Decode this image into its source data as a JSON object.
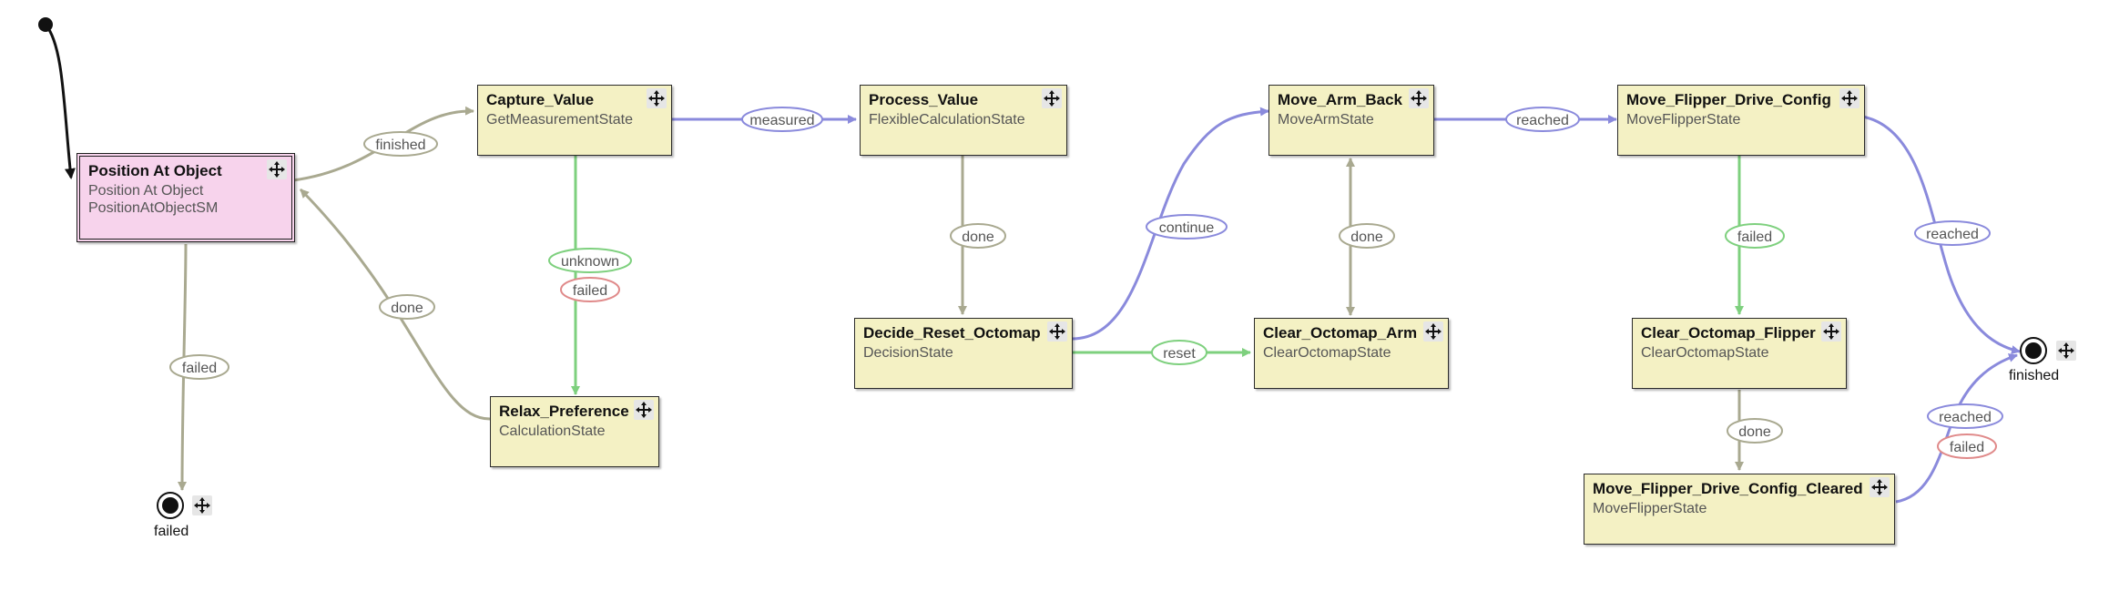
{
  "states": {
    "position_at_object": {
      "name": "Position At Object",
      "class": "Position At Object",
      "class2": "PositionAtObjectSM"
    },
    "capture_value": {
      "name": "Capture_Value",
      "class": "GetMeasurementState"
    },
    "process_value": {
      "name": "Process_Value",
      "class": "FlexibleCalculationState"
    },
    "relax_preference": {
      "name": "Relax_Preference",
      "class": "CalculationState"
    },
    "decide_reset_octomap": {
      "name": "Decide_Reset_Octomap",
      "class": "DecisionState"
    },
    "move_arm_back": {
      "name": "Move_Arm_Back",
      "class": "MoveArmState"
    },
    "clear_octomap_arm": {
      "name": "Clear_Octomap_Arm",
      "class": "ClearOctomapState"
    },
    "move_flipper_drive_config": {
      "name": "Move_Flipper_Drive_Config",
      "class": "MoveFlipperState"
    },
    "clear_octomap_flipper": {
      "name": "Clear_Octomap_Flipper",
      "class": "ClearOctomapState"
    },
    "move_flipper_drive_config_cleared": {
      "name": "Move_Flipper_Drive_Config_Cleared",
      "class": "MoveFlipperState"
    }
  },
  "outcomes": {
    "failed": "failed",
    "finished": "finished"
  },
  "transitions": [
    {
      "id": "pao-finished",
      "label": "finished",
      "color": "#a9a990"
    },
    {
      "id": "pao-failed",
      "label": "failed",
      "color": "#a9a990"
    },
    {
      "id": "relax-done",
      "label": "done",
      "color": "#a9a990"
    },
    {
      "id": "capture-measured",
      "label": "measured",
      "color": "#8a8adc"
    },
    {
      "id": "capture-unknown",
      "label": "unknown",
      "color": "#7ed07e"
    },
    {
      "id": "capture-failed",
      "label": "failed",
      "color": "#e08a8a"
    },
    {
      "id": "process-done",
      "label": "done",
      "color": "#a9a990"
    },
    {
      "id": "decide-continue",
      "label": "continue",
      "color": "#8a8adc"
    },
    {
      "id": "decide-reset",
      "label": "reset",
      "color": "#7ed07e"
    },
    {
      "id": "clear-arm-done",
      "label": "done",
      "color": "#a9a990"
    },
    {
      "id": "arm-back-reached",
      "label": "reached",
      "color": "#8a8adc"
    },
    {
      "id": "flipper-failed",
      "label": "failed",
      "color": "#7ed07e"
    },
    {
      "id": "flipper-reached",
      "label": "reached",
      "color": "#8a8adc"
    },
    {
      "id": "clear-flipper-done",
      "label": "done",
      "color": "#a9a990"
    },
    {
      "id": "cleared-reached",
      "label": "reached",
      "color": "#8a8adc"
    },
    {
      "id": "cleared-failed",
      "label": "failed",
      "color": "#e08a8a"
    }
  ],
  "colors": {
    "state_fill": "#f4f1c4",
    "statemachine_fill": "#f7d3ec",
    "edge_default": "#a9a990",
    "edge_success": "#8a8adc",
    "edge_green": "#7ed07e",
    "edge_failed": "#e08a8a"
  },
  "icons": {
    "move_handle": "four-way-arrow-icon",
    "initial_state": "filled-circle-icon",
    "outcome": "bullseye-icon"
  }
}
